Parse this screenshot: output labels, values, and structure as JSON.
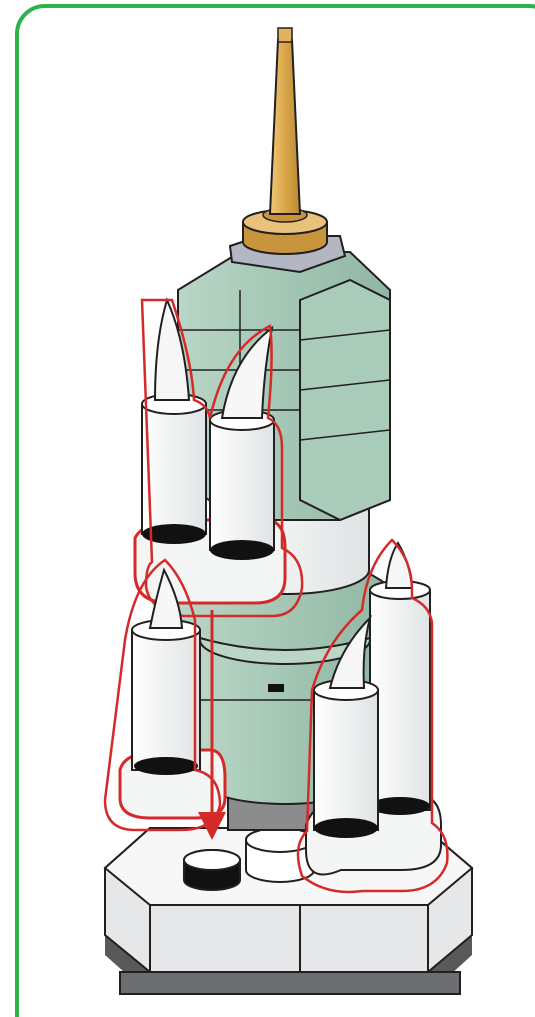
{
  "figure": {
    "kind": "building-instruction-step",
    "frame_color": "#2db34a",
    "highlight_color": "#d42a2a",
    "parts": [
      {
        "name": "spire",
        "color": "#e0b35c"
      },
      {
        "name": "sand-green-bricks",
        "color": "#a9cbb9"
      },
      {
        "name": "white-cylinders",
        "color": "#f4f5f5"
      },
      {
        "name": "grey-base",
        "color": "#a7a9ac"
      },
      {
        "name": "black-rings",
        "color": "#111111"
      }
    ],
    "callout": {
      "type": "arrow",
      "direction": "down",
      "color": "#d42a2a"
    }
  }
}
